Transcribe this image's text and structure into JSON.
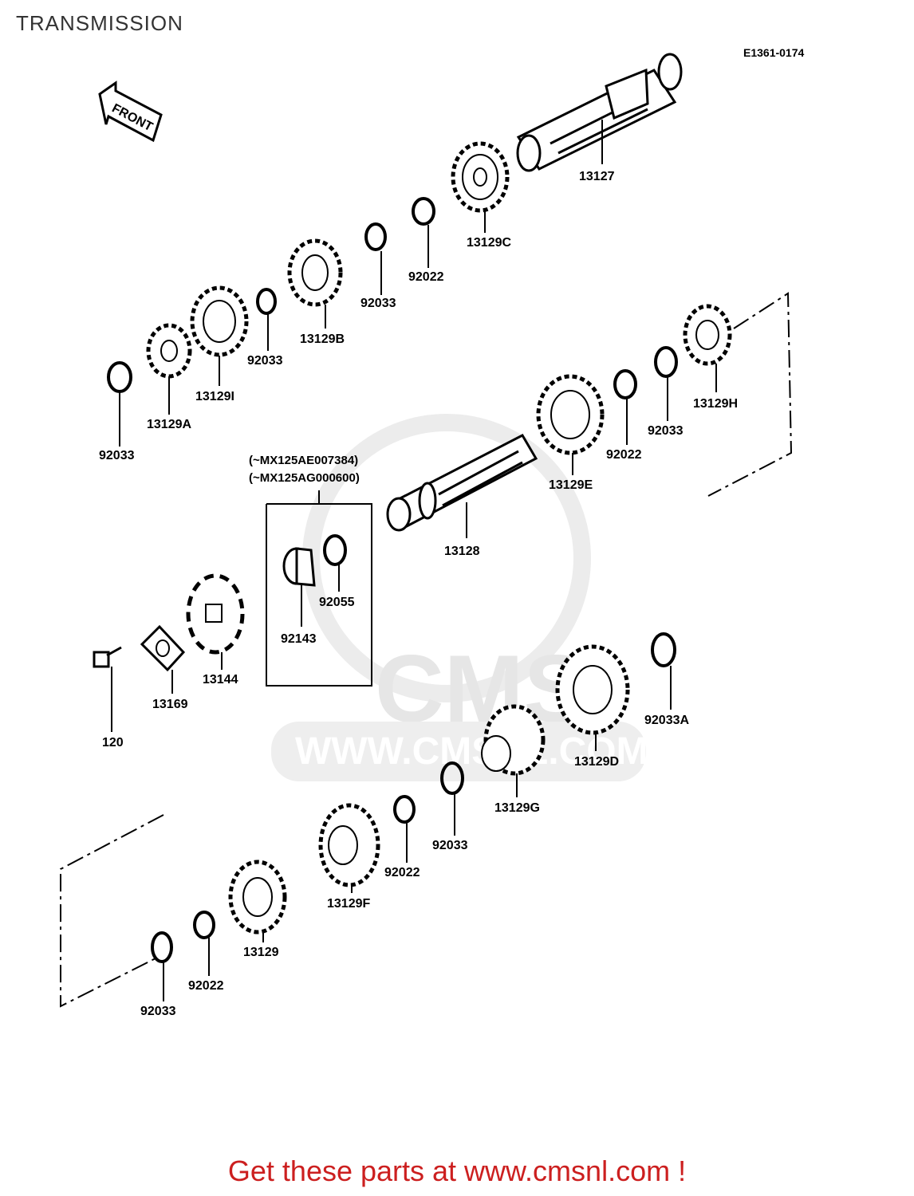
{
  "title": "TRANSMISSION",
  "diagram_code": "E1361-0174",
  "front_arrow_label": "FRONT",
  "watermark": {
    "brand": "CMS",
    "url": "WWW.CMSNL.COM"
  },
  "serial_notes": {
    "line1": "(~MX125AE007384)",
    "line2": "(~MX125AG000600)"
  },
  "part_labels": {
    "p13127": "13127",
    "p13129C": "13129C",
    "p92022_a": "92022",
    "p92033_a": "92033",
    "p13129B": "13129B",
    "p92033_b": "92033",
    "p13129I": "13129I",
    "p13129A": "13129A",
    "p92033_c": "92033",
    "p13129H": "13129H",
    "p92033_d": "92033",
    "p92022_b": "92022",
    "p13129E": "13129E",
    "p13128": "13128",
    "p92055": "92055",
    "p92143": "92143",
    "p13144": "13144",
    "p13169": "13169",
    "p120": "120",
    "p92033A": "92033A",
    "p13129D": "13129D",
    "p13129G": "13129G",
    "p92033_e": "92033",
    "p92022_c": "92022",
    "p13129F": "13129F",
    "p13129": "13129",
    "p92022_d": "92022",
    "p92033_f": "92033"
  },
  "footer": "Get these parts at www.cmsnl.com !",
  "colors": {
    "footer_text": "#cc1f1f",
    "line_art": "#000000",
    "watermark": "#e6e6e6"
  }
}
